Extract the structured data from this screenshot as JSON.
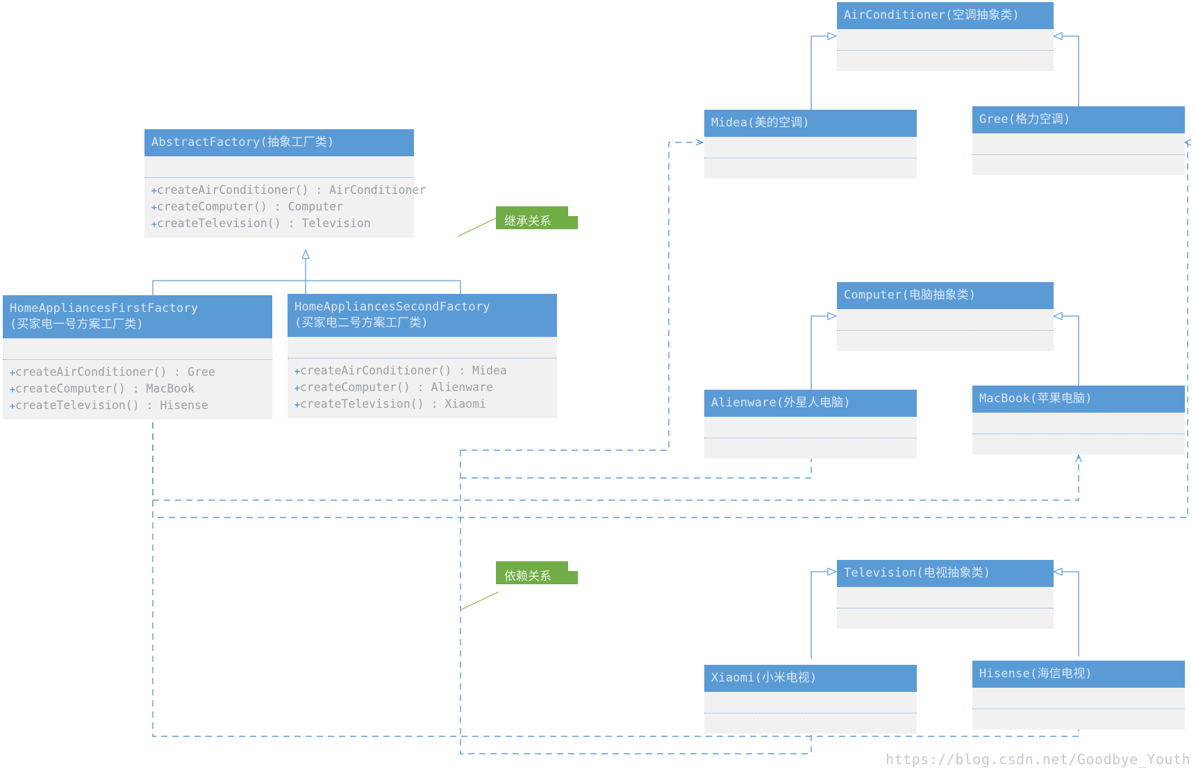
{
  "diagram": {
    "title": "Abstract Factory UML class diagram",
    "colors": {
      "header_fill": "#5B9BD5",
      "body_fill": "#F1F1F1",
      "note_fill": "#70AD47",
      "line": "#5B9BD5",
      "watermark": "#C9C9C9"
    },
    "watermark": "https://blog.csdn.net/Goodbye_Youth"
  },
  "notes": [
    {
      "label": "继承关系",
      "meaning": "inheritance-relationship"
    },
    {
      "label": "依赖关系",
      "meaning": "dependency-relationship"
    }
  ],
  "classes": {
    "abstract_factory": {
      "name": "AbstractFactory(抽象工厂类)",
      "operations": [
        {
          "visibility": "+",
          "text": "createAirConditioner() : AirConditioner"
        },
        {
          "visibility": "+",
          "text": "createComputer() : Computer"
        },
        {
          "visibility": "+",
          "text": "createTelevision() : Television"
        }
      ]
    },
    "first_factory": {
      "name": "HomeAppliancesFirstFactory\n(买家电一号方案工厂类)",
      "operations": [
        {
          "visibility": "+",
          "text": "createAirConditioner() : Gree"
        },
        {
          "visibility": "+",
          "text": "createComputer() : MacBook"
        },
        {
          "visibility": "+",
          "text": "createTelevision() : Hisense"
        }
      ]
    },
    "second_factory": {
      "name": "HomeAppliancesSecondFactory\n(买家电二号方案工厂类)",
      "operations": [
        {
          "visibility": "+",
          "text": "createAirConditioner() : Midea"
        },
        {
          "visibility": "+",
          "text": "createComputer() : Alienware"
        },
        {
          "visibility": "+",
          "text": "createTelevision() : Xiaomi"
        }
      ]
    },
    "air_conditioner": {
      "name": "AirConditioner(空调抽象类)",
      "operations": []
    },
    "midea": {
      "name": "Midea(美的空调)",
      "operations": []
    },
    "gree": {
      "name": "Gree(格力空调)",
      "operations": []
    },
    "computer": {
      "name": "Computer(电脑抽象类)",
      "operations": []
    },
    "alienware": {
      "name": "Alienware(外星人电脑)",
      "operations": []
    },
    "macbook": {
      "name": "MacBook(苹果电脑)",
      "operations": []
    },
    "television": {
      "name": "Television(电视抽象类)",
      "operations": []
    },
    "xiaomi": {
      "name": "Xiaomi(小米电视)",
      "operations": []
    },
    "hisense": {
      "name": "Hisense(海信电视)",
      "operations": []
    }
  }
}
